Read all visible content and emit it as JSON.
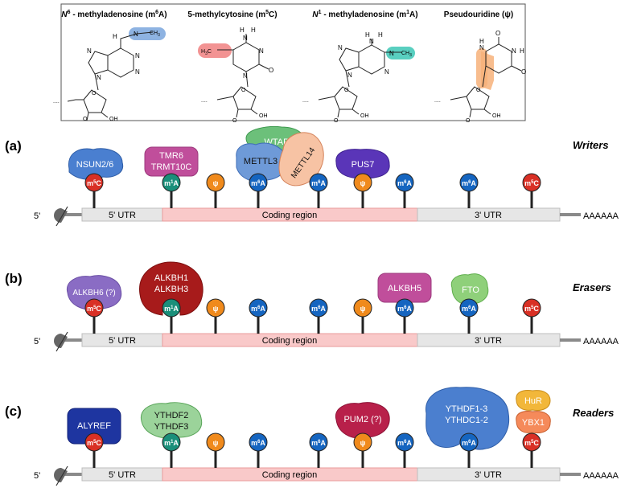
{
  "modifications": [
    {
      "prefix": "N",
      "sup": "6",
      "name": " - methyladenosine (m",
      "msup": "6",
      "tail": "A)"
    },
    {
      "prefix": "",
      "sup": "",
      "name": "5-methylcytosine (m",
      "msup": "5",
      "tail": "C)"
    },
    {
      "prefix": "N",
      "sup": "1",
      "name": " - methyladenosine (m",
      "msup": "1",
      "tail": "A)"
    },
    {
      "prefix": "",
      "sup": "",
      "name": "Pseudouridine (ψ)",
      "msup": "",
      "tail": ""
    }
  ],
  "atoms": {
    "H": "H",
    "N": "N",
    "O": "O",
    "OH": "OH",
    "CH3": "CH",
    "H3C": "H",
    "three": "3",
    "dots": "...."
  },
  "panels": [
    {
      "id": "(a)",
      "role": "Writers",
      "proteins": [
        {
          "label": "NSUN2/6"
        },
        {
          "label": "TMR6",
          "label2": "TRMT10C"
        },
        {
          "label": "WTAP"
        },
        {
          "label": "METTL3"
        },
        {
          "label": "METTL14"
        },
        {
          "label": "PUS7"
        }
      ]
    },
    {
      "id": "(b)",
      "role": "Erasers",
      "proteins": [
        {
          "label": "ALKBH6 (?)"
        },
        {
          "label": "ALKBH1",
          "label2": "ALKBH3"
        },
        {
          "label": "ALKBH5"
        },
        {
          "label": "FTO"
        }
      ]
    },
    {
      "id": "(c)",
      "role": "Readers",
      "proteins": [
        {
          "label": "ALYREF"
        },
        {
          "label": "YTHDF2",
          "label2": "YTHDF3"
        },
        {
          "label": "PUM2 (?)"
        },
        {
          "label": "YTHDF1-3",
          "label2": "YTHDC1-2"
        },
        {
          "label": "HuR"
        },
        {
          "label": "YBX1"
        }
      ]
    }
  ],
  "mrna": {
    "cap": "5'",
    "utr5": "5' UTR",
    "coding": "Coding region",
    "utr3": "3' UTR",
    "polyA": "AAAAAA"
  },
  "marks": [
    {
      "base": "m",
      "sup": "5",
      "tail": "C",
      "type": "m5C",
      "color": "#d93025"
    },
    {
      "base": "m",
      "sup": "1",
      "tail": "A",
      "type": "m1A",
      "color": "#1a8f7a"
    },
    {
      "base": "ψ",
      "sup": "",
      "tail": "",
      "type": "psi",
      "color": "#f08a1c"
    },
    {
      "base": "m",
      "sup": "6",
      "tail": "A",
      "type": "m6A",
      "color": "#1565c0"
    },
    {
      "base": "m",
      "sup": "6",
      "tail": "A",
      "type": "m6A",
      "color": "#1565c0"
    },
    {
      "base": "ψ",
      "sup": "",
      "tail": "",
      "type": "psi",
      "color": "#f08a1c"
    },
    {
      "base": "m",
      "sup": "6",
      "tail": "A",
      "type": "m6A",
      "color": "#1565c0"
    },
    {
      "base": "m",
      "sup": "6",
      "tail": "A",
      "type": "m6A",
      "color": "#1565c0"
    },
    {
      "base": "m",
      "sup": "5",
      "tail": "C",
      "type": "m5C",
      "color": "#d93025"
    }
  ],
  "colors": {
    "m5C": "#d93025",
    "m1A": "#1a8f7a",
    "psi": "#f08a1c",
    "m6A": "#1565c0",
    "utr": "#e6e6e6",
    "coding": "#f9c9c9",
    "line": "#8a8a8a"
  }
}
